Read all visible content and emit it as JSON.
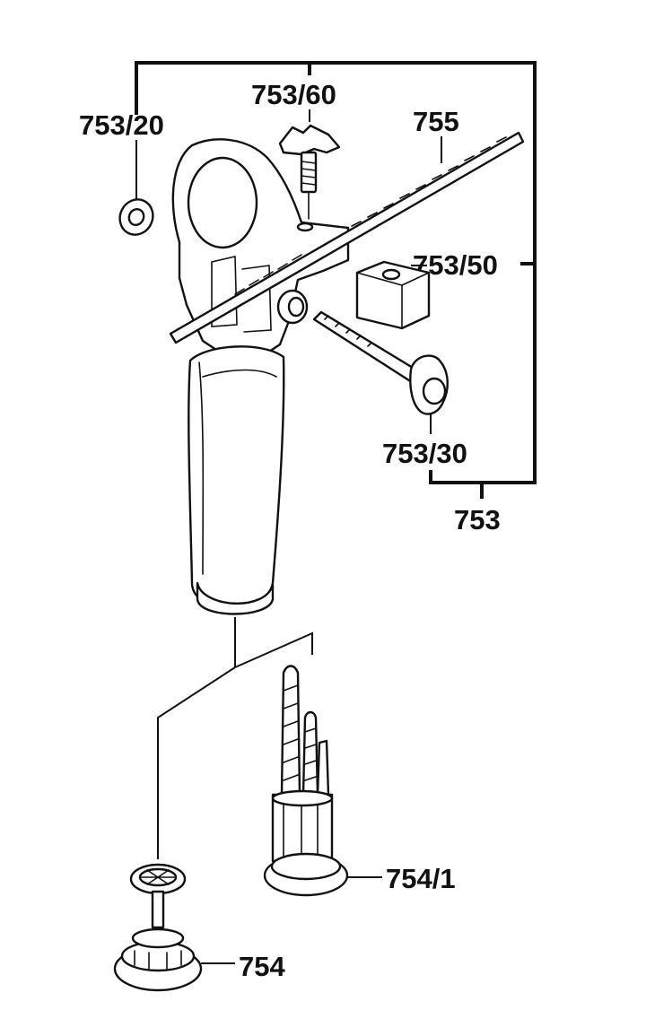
{
  "labels": {
    "p753_20": "753/20",
    "p753_60": "753/60",
    "p755": "755",
    "p753_50": "753/50",
    "p753_30": "753/30",
    "p753": "753",
    "p754_1": "754/1",
    "p754": "754"
  },
  "colors": {
    "ink": "#111111",
    "paper": "#ffffff"
  }
}
